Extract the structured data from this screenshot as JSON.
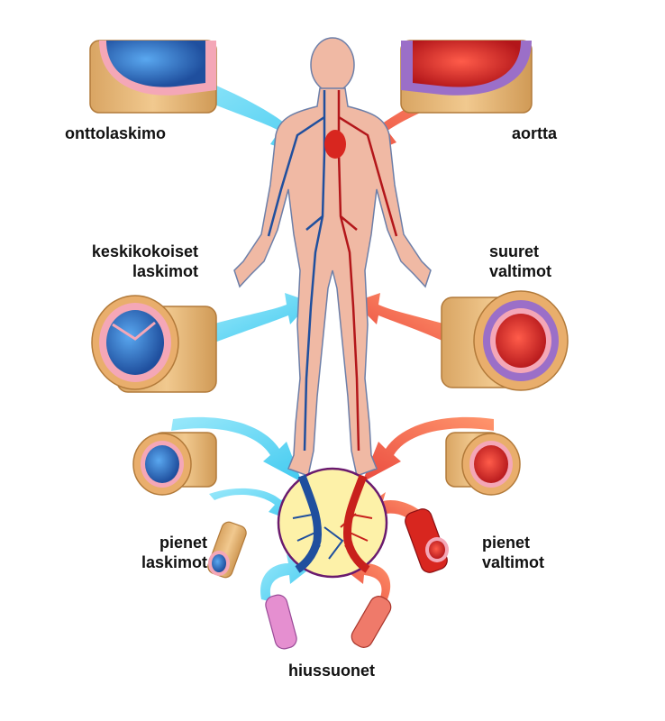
{
  "labels": {
    "vena_cava": "onttolaskimo",
    "aorta": "aortta",
    "medium_veins_1": "keskikokoiset",
    "medium_veins_2": "laskimot",
    "large_arteries_1": "suuret",
    "large_arteries_2": "valtimot",
    "small_veins_1": "pienet",
    "small_veins_2": "laskimot",
    "small_arteries_1": "pienet",
    "small_arteries_2": "valtimot",
    "capillaries": "hiussuonet"
  },
  "colors": {
    "vein": "#3a7fd0",
    "vein_dark": "#1f4f9e",
    "artery": "#e8312b",
    "artery_dark": "#b3161a",
    "arrow_vein": "#4fd0f0",
    "arrow_artery": "#f05a3c",
    "tissue": "#e8b878",
    "skin": "#f0b9a4",
    "capillary_bg": "#fdf1a8"
  }
}
